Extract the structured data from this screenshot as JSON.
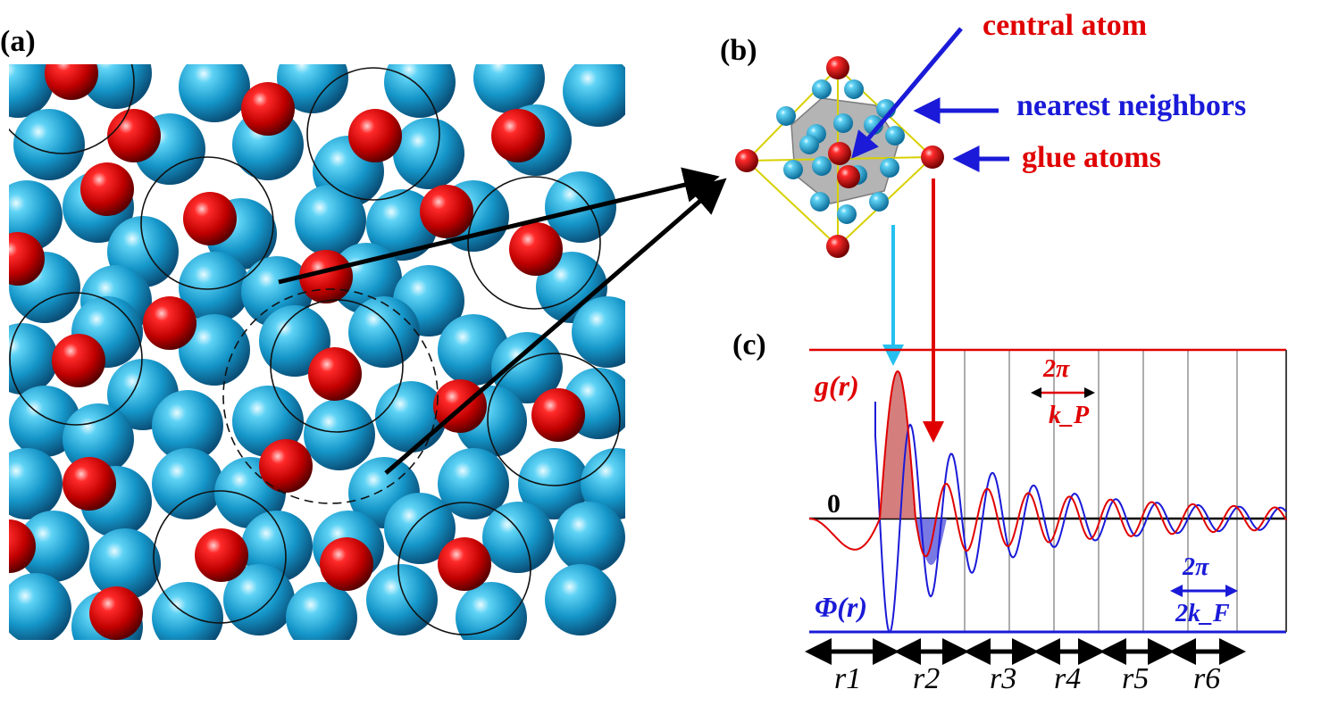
{
  "panels": {
    "a": "(a)",
    "b": "(b)",
    "c": "(c)"
  },
  "annotations": {
    "central_atom": "central atom",
    "nearest_neighbors": "nearest neighbors",
    "glue_atoms": "glue atoms"
  },
  "plot": {
    "g_label": "g(r)",
    "phi_label": "Φ(r)",
    "zero_label": "0",
    "kp_label_top": "2π",
    "kp_label_bottom": "k_P",
    "kf_label_top": "2π",
    "kf_label_bottom": "2k_F",
    "shell_labels": [
      "r1",
      "r2",
      "r3",
      "r4",
      "r5",
      "r6"
    ]
  },
  "colors": {
    "matrix_atom": "#1fa8d8",
    "glue_atom": "#dd0000",
    "g_curve": "#e00000",
    "phi_curve": "#1a1ad8",
    "cyan_arrow": "#25c0f0",
    "red_arrow": "#e00000"
  }
}
